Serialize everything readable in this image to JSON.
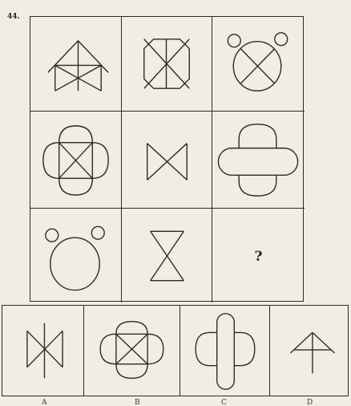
{
  "question": {
    "number": "44.",
    "missing_marker": "?"
  },
  "matrix": {
    "rows": [
      [
        "roof-arrow-with-x-figure",
        "octagon-with-x-figure",
        "circle-with-ears-and-x-figure"
      ],
      [
        "rounded-cross-with-boxed-x-figure",
        "bowtie-figure",
        "horizontal-capsule-over-vertical-capsule-figure"
      ],
      [
        "circle-with-ears-figure",
        "hourglass-figure",
        "missing"
      ]
    ]
  },
  "options": [
    {
      "label": "A",
      "figure": "bowtie-with-vertical-line-figure"
    },
    {
      "label": "B",
      "figure": "rounded-cross-with-boxed-x-figure"
    },
    {
      "label": "C",
      "figure": "vertical-capsule-over-horizontal-capsule-figure"
    },
    {
      "label": "D",
      "figure": "roof-arrow-figure"
    }
  ]
}
